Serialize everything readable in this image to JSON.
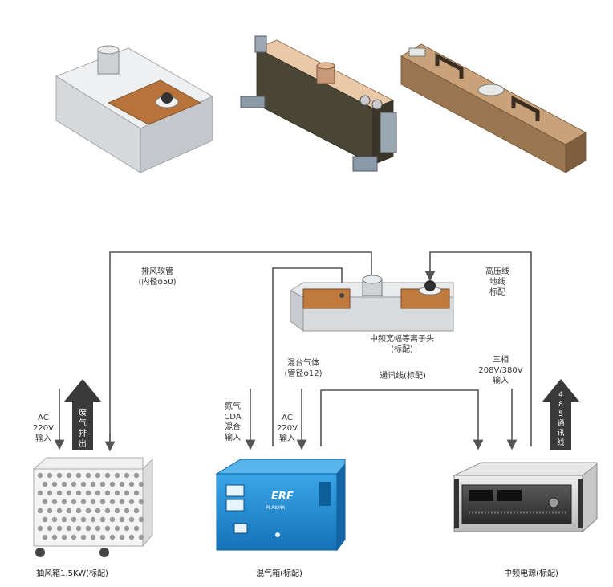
{
  "products": {
    "a": "product-render-compact-module",
    "b": "product-render-framed-module",
    "c": "product-render-long-bronze-module"
  },
  "labels": {
    "exhaust_hose": [
      "排风软管",
      "(内径φ50)"
    ],
    "hv_line": [
      "高压线",
      "地线",
      "标配"
    ],
    "plasma_head": [
      "中频宽幅等离子头",
      "(标配)"
    ],
    "mixed_gas": [
      "混台气体",
      "(管径φ12)"
    ],
    "comm_line": "通讯线(标配)",
    "three_phase": [
      "三相",
      "208V/380V",
      "输入"
    ],
    "ac_left": [
      "AC",
      "220V",
      "输入"
    ],
    "exhaust_out": [
      "废",
      "气",
      "排",
      "出"
    ],
    "nitrogen_cda": [
      "氮气",
      "CDA",
      "混合",
      "输入"
    ],
    "ac_mid": [
      "AC",
      "220V",
      "输入"
    ],
    "rs485": [
      "4",
      "8",
      "5",
      "通",
      "讯",
      "线"
    ]
  },
  "captions": {
    "fan_box": "抽风箱1.5KW(标配)",
    "gas_box": "混气箱(标配)",
    "power_supply": "中频电源(标配)"
  },
  "gas_box_brand": "ERF",
  "gas_box_brand_sub": "PLASMA",
  "colors": {
    "line": "#555555",
    "arrow_fill": "#3a3a3a",
    "gas_box_blue": "#1e8fd6",
    "bronze": "#b8895a",
    "panel_copper": "#c07a3e"
  }
}
